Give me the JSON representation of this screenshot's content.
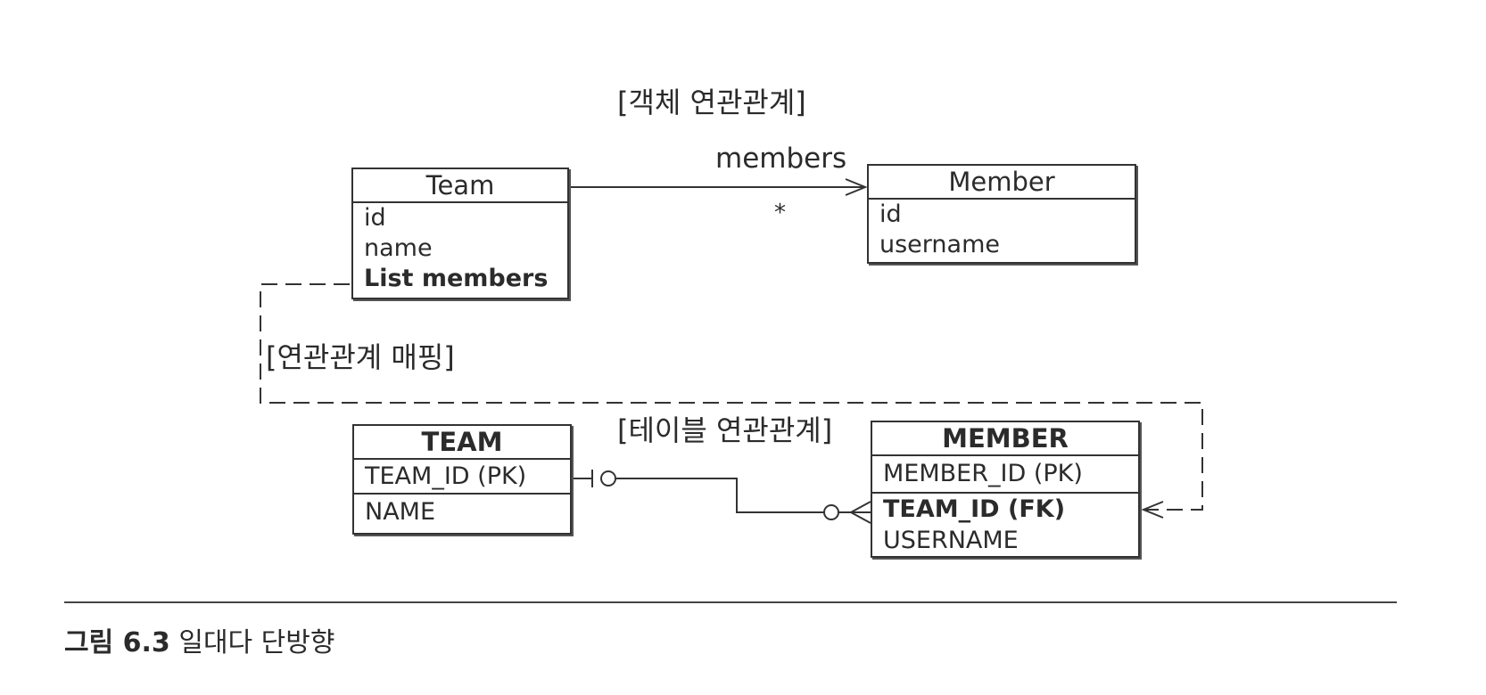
{
  "object_section": {
    "title": "[객체 연관관계]"
  },
  "association": {
    "role": "members",
    "multiplicity": "*"
  },
  "team_class": {
    "name": "Team",
    "fields": [
      "id",
      "name",
      "List members"
    ]
  },
  "member_class": {
    "name": "Member",
    "fields": [
      "id",
      "username"
    ]
  },
  "mapping_label": "[연관관계 매핑]",
  "table_section": {
    "title": "[테이블 연관관계]"
  },
  "team_table": {
    "name": "TEAM",
    "columns": [
      "TEAM_ID (PK)",
      "NAME"
    ]
  },
  "member_table": {
    "name": "MEMBER",
    "columns": [
      "MEMBER_ID (PK)",
      "TEAM_ID (FK)",
      "USERNAME"
    ]
  },
  "caption": {
    "number": "그림 6.3",
    "text": "일대다 단방향"
  }
}
